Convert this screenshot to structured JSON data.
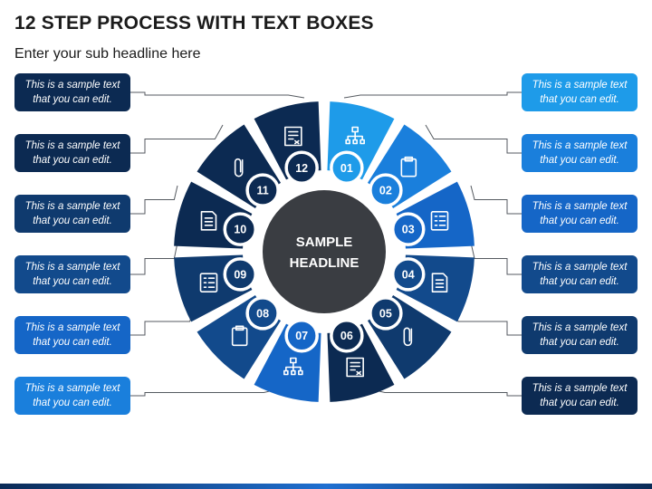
{
  "header": {
    "title": "12 STEP PROCESS WITH TEXT BOXES",
    "subtitle": "Enter your sub headline here"
  },
  "center": {
    "line1": "SAMPLE",
    "line2": "HEADLINE"
  },
  "steps": [
    {
      "num": "01",
      "icon": "org-chart-icon"
    },
    {
      "num": "02",
      "icon": "clipboard-icon"
    },
    {
      "num": "03",
      "icon": "checklist-icon"
    },
    {
      "num": "04",
      "icon": "document-icon"
    },
    {
      "num": "05",
      "icon": "paperclip-icon"
    },
    {
      "num": "06",
      "icon": "contract-icon"
    },
    {
      "num": "07",
      "icon": "billboard-icon"
    },
    {
      "num": "08",
      "icon": "network-icon"
    },
    {
      "num": "09",
      "icon": "form-icon"
    },
    {
      "num": "10",
      "icon": "file-icon"
    },
    {
      "num": "11",
      "icon": "team-network-icon"
    },
    {
      "num": "12",
      "icon": "hierarchy-icon"
    }
  ],
  "text_boxes": {
    "left": [
      {
        "line1": "This is a sample text",
        "line2": "that you can edit."
      },
      {
        "line1": "This is a sample text",
        "line2": "that you can edit."
      },
      {
        "line1": "This is a sample text",
        "line2": "that you can edit."
      },
      {
        "line1": "This is a sample text",
        "line2": "that you can edit."
      },
      {
        "line1": "This is a sample text",
        "line2": "that you can edit."
      },
      {
        "line1": "This is a sample text",
        "line2": "that you can edit."
      }
    ],
    "right": [
      {
        "line1": "This is a sample text",
        "line2": "that you can edit."
      },
      {
        "line1": "This is a sample text",
        "line2": "that you can edit."
      },
      {
        "line1": "This is a sample text",
        "line2": "that you can edit."
      },
      {
        "line1": "This is a sample text",
        "line2": "that you can edit."
      },
      {
        "line1": "This is a sample text",
        "line2": "that you can edit."
      },
      {
        "line1": "This is a sample text",
        "line2": "that you can edit."
      }
    ]
  },
  "colors": {
    "navy": "#0c2a52",
    "blue": "#1566c7",
    "light_blue": "#1e9be9",
    "center": "#3a3d42",
    "connector": "#555a60"
  }
}
